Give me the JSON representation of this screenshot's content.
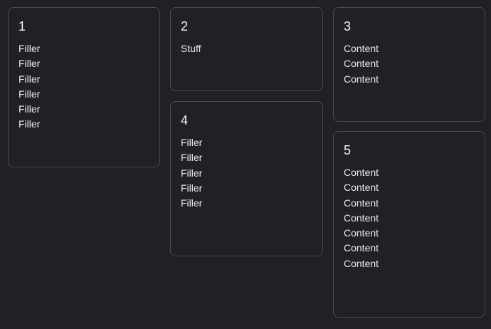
{
  "cards": [
    {
      "title": "1",
      "lines": [
        "Filler",
        "Filler",
        "Filler",
        "Filler",
        "Filler",
        "Filler"
      ]
    },
    {
      "title": "2",
      "lines": [
        "Stuff"
      ]
    },
    {
      "title": "3",
      "lines": [
        "Content",
        "Content",
        "Content"
      ]
    },
    {
      "title": "4",
      "lines": [
        "Filler",
        "Filler",
        "Filler",
        "Filler",
        "Filler"
      ]
    },
    {
      "title": "5",
      "lines": [
        "Content",
        "Content",
        "Content",
        "Content",
        "Content",
        "Content",
        "Content"
      ]
    }
  ]
}
